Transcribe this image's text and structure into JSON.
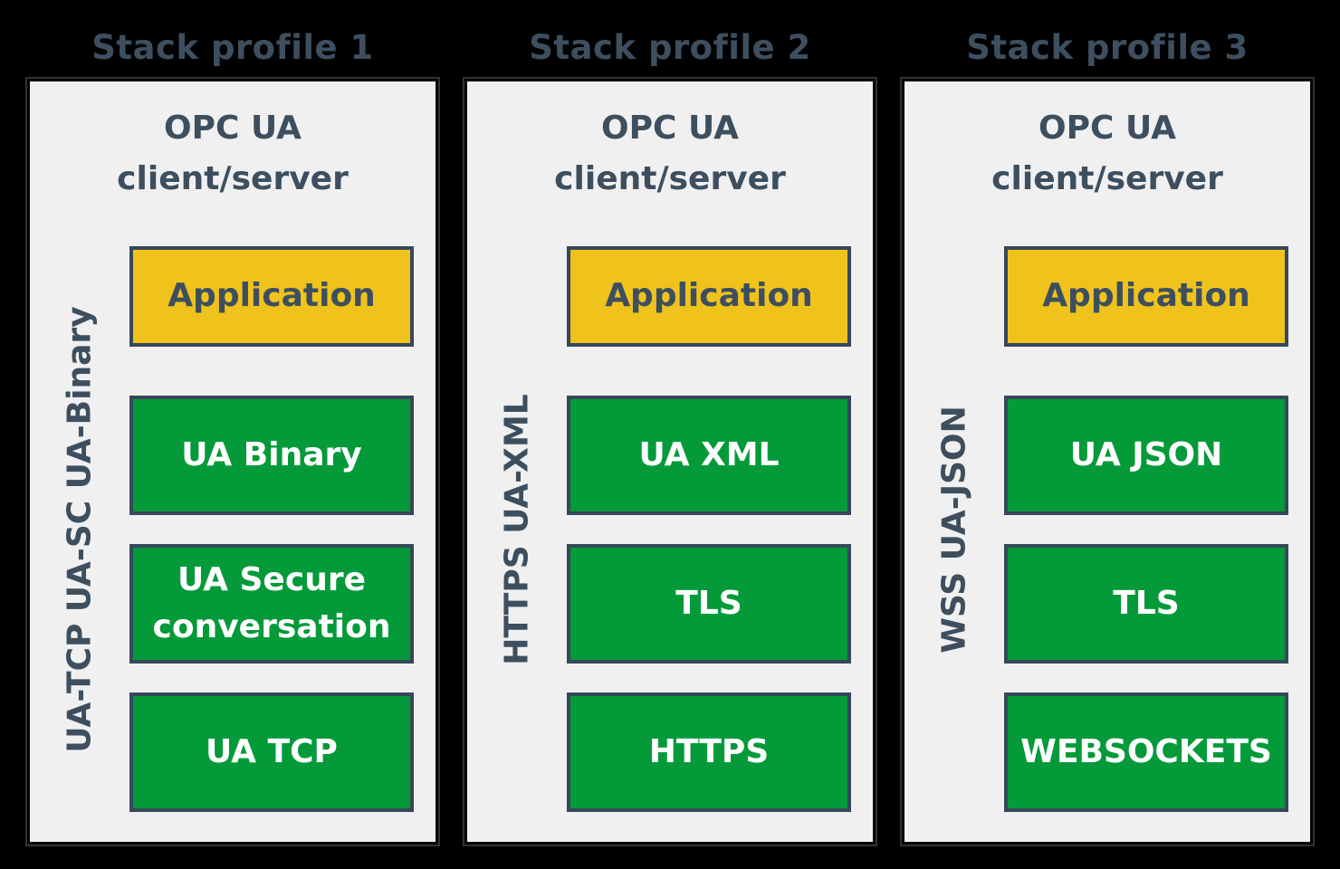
{
  "colors": {
    "background": "#000000",
    "panel_fill": "#F0F0F0",
    "panel_outline": "#333333",
    "dark_text": "#3D4F5F",
    "box_border": "#36485A",
    "application_fill": "#F0C31C",
    "protocol_fill": "#049A3A",
    "protocol_text": "#FFFFFF"
  },
  "profiles": [
    {
      "title": "Stack profile 1",
      "heading": {
        "line1": "OPC UA",
        "line2": "client/server"
      },
      "side_label": "UA-TCP UA-SC UA-Binary",
      "layers": [
        {
          "label": "Application",
          "kind": "application"
        },
        {
          "label": "UA Binary",
          "kind": "protocol"
        },
        {
          "label": "UA Secure conversation",
          "kind": "protocol"
        },
        {
          "label": "UA TCP",
          "kind": "protocol"
        }
      ]
    },
    {
      "title": "Stack profile 2",
      "heading": {
        "line1": "OPC UA",
        "line2": "client/server"
      },
      "side_label": "HTTPS UA-XML",
      "layers": [
        {
          "label": "Application",
          "kind": "application"
        },
        {
          "label": "UA XML",
          "kind": "protocol"
        },
        {
          "label": "TLS",
          "kind": "protocol"
        },
        {
          "label": "HTTPS",
          "kind": "protocol"
        }
      ]
    },
    {
      "title": "Stack profile 3",
      "heading": {
        "line1": "OPC UA",
        "line2": "client/server"
      },
      "side_label": "WSS UA-JSON",
      "layers": [
        {
          "label": "Application",
          "kind": "application"
        },
        {
          "label": "UA JSON",
          "kind": "protocol"
        },
        {
          "label": "TLS",
          "kind": "protocol"
        },
        {
          "label": "WEBSOCKETS",
          "kind": "protocol"
        }
      ]
    }
  ]
}
